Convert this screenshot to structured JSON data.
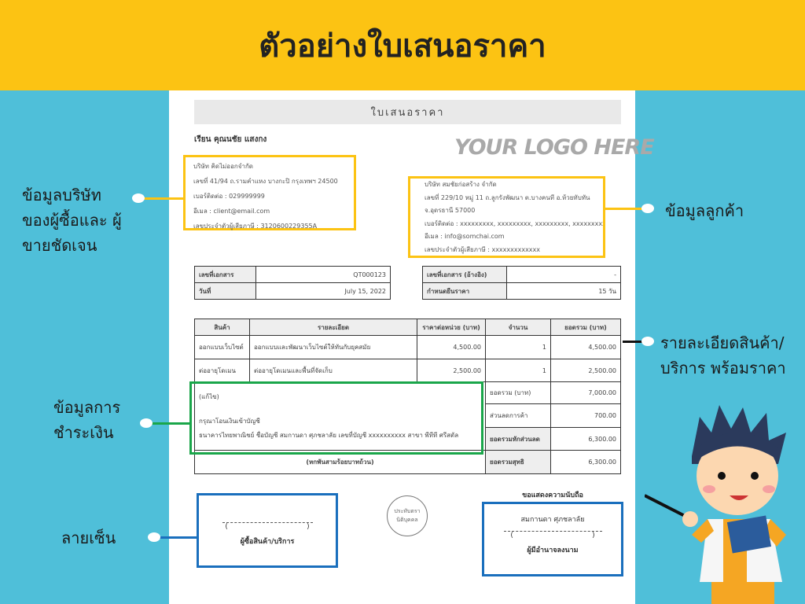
{
  "title": "ตัวอย่างใบเสนอราคา",
  "doc": {
    "heading": "ใบเสนอราคา",
    "to": "เรียน คุณนชัย แสงกง",
    "logo": "YOUR LOGO HERE",
    "buyer": [
      "บริษัท คิดไม่ออกจำกัด",
      "เลขที่ 41/94 ถ.รามคำแหง บางกะปิ กรุงเทพฯ 24500",
      "เบอร์ติดต่อ : 029999999",
      "อีเมล : client@email.com",
      "เลขประจำตัวผู้เสียภาษี : 3120600229355A"
    ],
    "seller": [
      "บริษัท สมชัยก่อสร้าง จำกัด",
      "เลขที่ 229/10 หมู่ 11 ถ.ลูกรังพัฒนา ต.บางคนที อ.ห้วยทับทัน",
      "จ.อุดรธานี 57000",
      "เบอร์ติดต่อ : xxxxxxxxx, xxxxxxxxx, xxxxxxxxx, xxxxxxxxx",
      "อีเมล : info@somchai.com",
      "เลขประจำตัวผู้เสียภาษี : xxxxxxxxxxxxx"
    ],
    "info_left": [
      {
        "label": "เลขที่เอกสาร",
        "value": "QT000123"
      },
      {
        "label": "วันที่",
        "value": "July 15, 2022"
      }
    ],
    "info_right": [
      {
        "label": "เลขที่เอกสาร (อ้างอิง)",
        "value": "-"
      },
      {
        "label": "กำหนดยืนราคา",
        "value": "15 วัน"
      }
    ],
    "columns": [
      "สินค้า",
      "รายละเอียด",
      "ราคาต่อหน่วย (บาท)",
      "จำนวน",
      "ยอดรวม (บาท)"
    ],
    "items": [
      {
        "product": "ออกแบบเว็บไซต์",
        "detail": "ออกแบบและพัฒนาเว็บไซต์ให้ทันกับยุคสมัย",
        "price": "4,500.00",
        "qty": "1",
        "total": "4,500.00"
      },
      {
        "product": "ต่ออายุโดเมน",
        "detail": "ต่ออายุโดเมนและพื้นที่จัดเก็บ",
        "price": "2,500.00",
        "qty": "1",
        "total": "2,500.00"
      }
    ],
    "note": "(แก้ไข)",
    "payment_1": "กรุณาโอนเงินเข้าบัญชี",
    "payment_2": "ธนาคารไทยพาณิชย์ ชื่อบัญชี สมกานดา ศุภชลาลัย เลขที่บัญชี xxxxxxxxxx สาขา พีทีที ศรีสตัล",
    "amount_words": "(หกพันสามร้อยบาทถ้วน)",
    "summary": [
      {
        "label": "ยอดรวม (บาท)",
        "value": "7,000.00"
      },
      {
        "label": "ส่วนลดการค้า",
        "value": "700.00"
      },
      {
        "label": "ยอดรวมหักส่วนลด",
        "value": "6,300.00"
      },
      {
        "label": "ยอดรวมสุทธิ",
        "value": "6,300.00"
      }
    ],
    "sig_buyer_line": "(                                   )",
    "sig_buyer": "ผู้ซื้อสินค้า/บริการ",
    "stamp": "ประทับตรา นิติบุคคล",
    "regards": "ขอแสดงความนับถือ",
    "seller_name": "สมกานดา ศุภชลาลัย",
    "sig_seller_line": "(                                   )",
    "sig_seller": "ผู้มีอำนาจลงนาม"
  },
  "annotations": {
    "company": "ข้อมูลบริษัท ของผู้ซื้อและ ผู้ขายชัดเจน",
    "customer": "ข้อมูลลูกค้า",
    "items": "รายละเอียดสินค้า/ บริการ พร้อมราคา",
    "payment": "ข้อมูลการ ชำระเงิน",
    "signature": "ลายเซ็น"
  },
  "colors": {
    "header": "#fcc313",
    "background": "#4fbfd9",
    "yellow": "#fcc313",
    "green": "#1aa64a",
    "blue": "#1a6fbd"
  }
}
